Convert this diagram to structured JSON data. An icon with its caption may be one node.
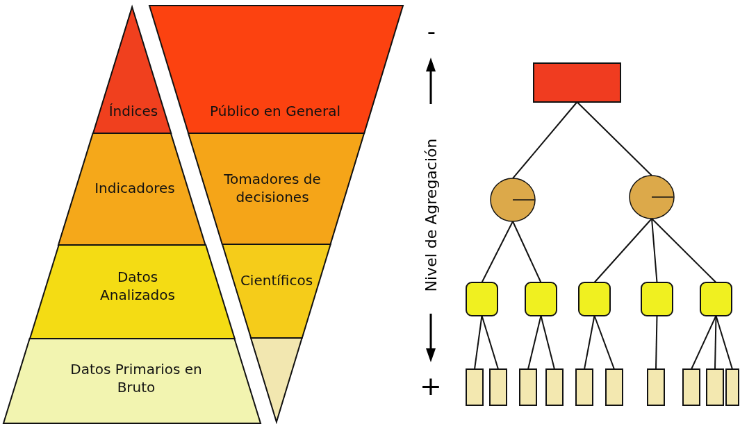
{
  "diagram": {
    "nodes": [
      {
        "text": [
          "Índices"
        ]
      },
      {
        "text": [
          "Indicadores"
        ]
      },
      {
        "text": [
          "Datos Analizados"
        ]
      },
      {
        "text": [
          "Datos Primarios en Bruto"
        ]
      },
      {
        "text": [
          "Público en General"
        ]
      },
      {
        "text": [
          "Tomadores de decisiones"
        ]
      },
      {
        "text": [
          "Científicos"
        ]
      },
      {
        "text": [],
        "shape": "band"
      },
      {
        "text": [],
        "shape": "box"
      },
      {
        "text": [],
        "shape": "circle"
      },
      {
        "text": [],
        "shape": "circle"
      },
      {
        "text": [],
        "shape": "box"
      },
      {
        "text": [],
        "shape": "box"
      },
      {
        "text": [],
        "shape": "box"
      },
      {
        "text": [],
        "shape": "box"
      },
      {
        "text": [],
        "shape": "box"
      },
      {
        "text": [],
        "shape": "bar"
      },
      {
        "text": [],
        "shape": "bar"
      },
      {
        "text": [],
        "shape": "bar"
      },
      {
        "text": [],
        "shape": "bar"
      },
      {
        "text": [],
        "shape": "bar"
      },
      {
        "text": [],
        "shape": "bar"
      },
      {
        "text": [],
        "shape": "bar"
      },
      {
        "text": [],
        "shape": "bar"
      },
      {
        "text": [],
        "shape": "bar"
      },
      {
        "text": [],
        "shape": "bar"
      }
    ],
    "edges": [
      {
        "from": 8,
        "to": 9,
        "arrow": "none"
      },
      {
        "from": 8,
        "to": 10,
        "arrow": "none"
      },
      {
        "from": 9,
        "to": 11,
        "arrow": "none"
      },
      {
        "from": 9,
        "to": 12,
        "arrow": "none"
      },
      {
        "from": 10,
        "to": 13,
        "arrow": "none"
      },
      {
        "from": 10,
        "to": 14,
        "arrow": "none"
      },
      {
        "from": 10,
        "to": 15,
        "arrow": "none"
      },
      {
        "from": 11,
        "to": 16,
        "arrow": "none"
      },
      {
        "from": 11,
        "to": 17,
        "arrow": "none"
      },
      {
        "from": 12,
        "to": 18,
        "arrow": "none"
      },
      {
        "from": 12,
        "to": 19,
        "arrow": "none"
      },
      {
        "from": 13,
        "to": 20,
        "arrow": "none"
      },
      {
        "from": 13,
        "to": 21,
        "arrow": "none"
      },
      {
        "from": 14,
        "to": 22,
        "arrow": "none"
      },
      {
        "from": 15,
        "to": 23,
        "arrow": "none"
      },
      {
        "from": 15,
        "to": 24,
        "arrow": "none"
      },
      {
        "from": 15,
        "to": 25,
        "arrow": "none"
      }
    ],
    "labels": [
      "-",
      "Nivel de Agregación",
      "+"
    ]
  }
}
